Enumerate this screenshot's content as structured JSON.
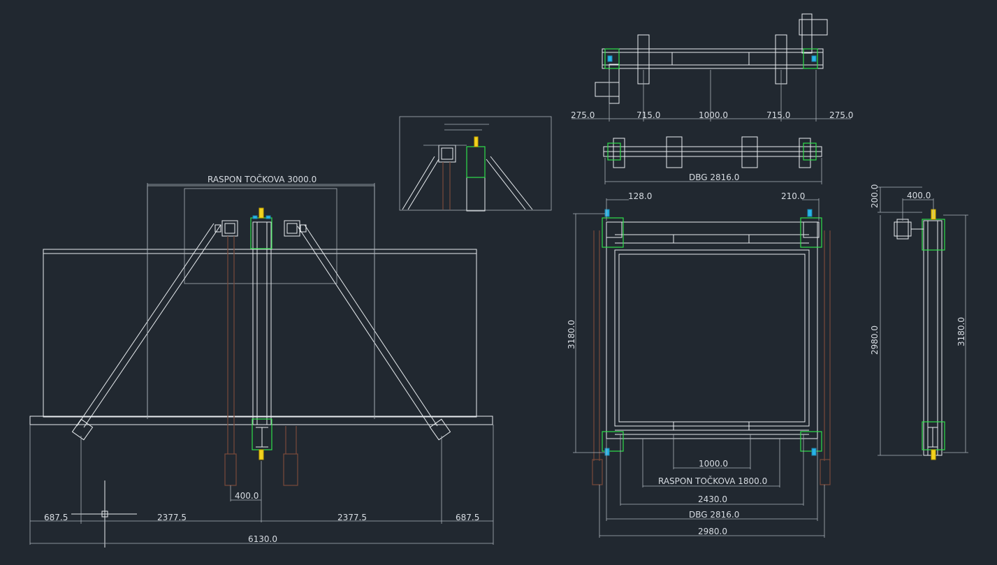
{
  "drawing": {
    "front_view": {
      "span_label": "RASPON TOČKOVA 3000.0",
      "dims": {
        "offset_400": "400.0",
        "left_687": "687.5",
        "left_2377": "2377.5",
        "right_2377": "2377.5",
        "right_687": "687.5",
        "total_6130": "6130.0"
      }
    },
    "top_view": {
      "dims": [
        "275.0",
        "715.0",
        "1000.0",
        "715.0",
        "275.0"
      ]
    },
    "mid_view": {
      "dbg": "DBG 2816.0"
    },
    "plan_view": {
      "dims": {
        "left_128": "128.0",
        "right_210": "210.0",
        "height_3180": "3180.0",
        "d_1000": "1000.0",
        "span": "RASPON TOČKOVA 1800.0",
        "d_2430": "2430.0",
        "dbg": "DBG 2816.0",
        "d_2980": "2980.0"
      }
    },
    "side_view": {
      "dims": {
        "top_200": "200.0",
        "top_400": "400.0",
        "left_2980": "2980.0",
        "right_3180": "3180.0"
      }
    }
  },
  "colors": {
    "background": "#212830",
    "lines": "#e9edf0",
    "green": "#2fe04a",
    "yellow": "#f2d21e",
    "cyan": "#28b4e8",
    "brown": "#7a4a3a"
  }
}
